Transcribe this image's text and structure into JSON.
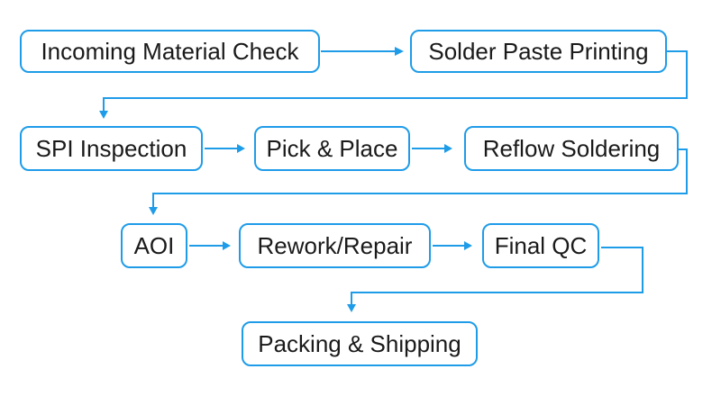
{
  "diagram": {
    "type": "flowchart",
    "title": "",
    "accent_color": "#1f9ce8",
    "text_color": "#1a1a1a",
    "background_color": "#ffffff",
    "nodes": [
      {
        "id": "incoming-material-check",
        "label": "Incoming Material Check"
      },
      {
        "id": "solder-paste-printing",
        "label": "Solder Paste Printing"
      },
      {
        "id": "spi-inspection",
        "label": "SPI Inspection"
      },
      {
        "id": "pick-and-place",
        "label": "Pick & Place"
      },
      {
        "id": "reflow-soldering",
        "label": "Reflow Soldering"
      },
      {
        "id": "aoi",
        "label": "AOI"
      },
      {
        "id": "rework-repair",
        "label": "Rework/Repair"
      },
      {
        "id": "final-qc",
        "label": "Final QC"
      },
      {
        "id": "packing-and-shipping",
        "label": "Packing & Shipping"
      }
    ],
    "edges": [
      {
        "from": "incoming-material-check",
        "to": "solder-paste-printing"
      },
      {
        "from": "solder-paste-printing",
        "to": "spi-inspection"
      },
      {
        "from": "spi-inspection",
        "to": "pick-and-place"
      },
      {
        "from": "pick-and-place",
        "to": "reflow-soldering"
      },
      {
        "from": "reflow-soldering",
        "to": "aoi"
      },
      {
        "from": "aoi",
        "to": "rework-repair"
      },
      {
        "from": "rework-repair",
        "to": "final-qc"
      },
      {
        "from": "final-qc",
        "to": "packing-and-shipping"
      }
    ]
  }
}
